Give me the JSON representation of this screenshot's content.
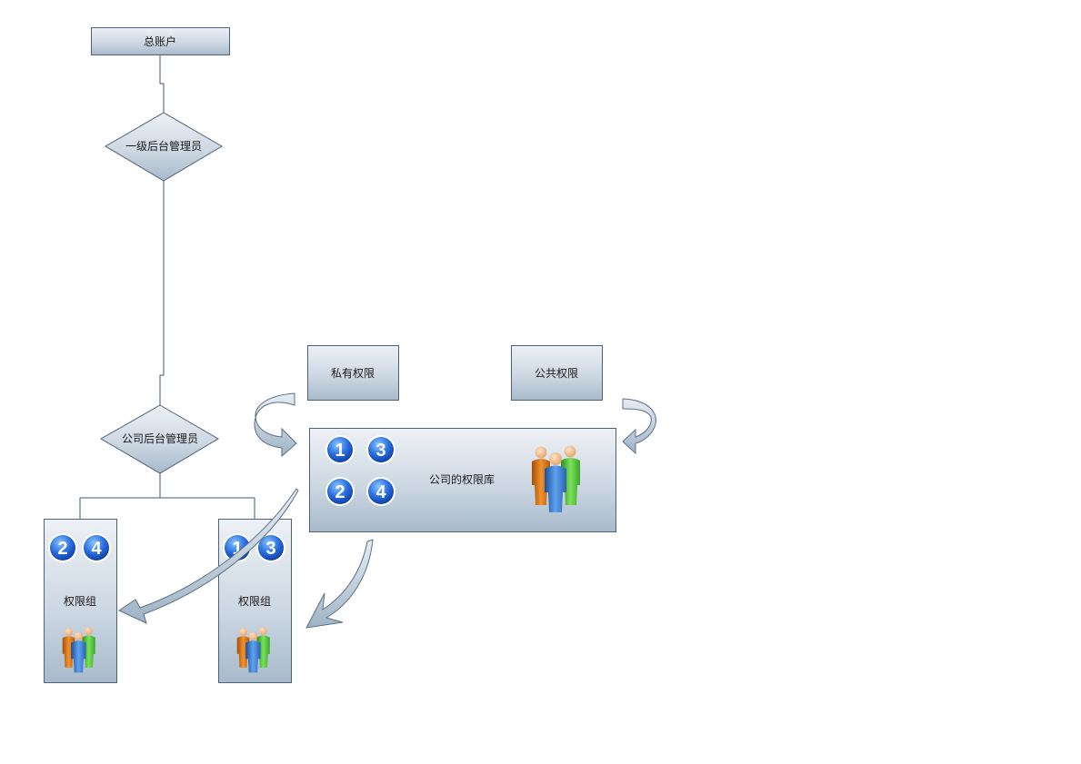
{
  "nodes": {
    "total_account": "总账户",
    "first_level_admin": "一级后台管理员",
    "company_admin": "公司后台管理员",
    "private_permission": "私有权限",
    "public_permission": "公共权限",
    "company_permission_library": "公司的权限库",
    "permission_group_left": "权限组",
    "permission_group_right": "权限组"
  },
  "badges": {
    "library": [
      "1",
      "3",
      "2",
      "4"
    ],
    "group_left": [
      "2",
      "4"
    ],
    "group_right": [
      "1",
      "3"
    ]
  },
  "icons": {
    "people": "people-group-icon",
    "badge": "number-badge-icon",
    "arrow": "curved-arrow-icon"
  },
  "colors": {
    "box_top": "#eef1f6",
    "box_bottom": "#aabccc",
    "border": "#4c6278",
    "badge_top": "#6fb3ff",
    "badge_bottom": "#0a3fb8",
    "arrow_fill": "#b9c8d6",
    "person_orange": "#d9781b",
    "person_blue": "#3d7fd0",
    "person_green": "#4cc23a"
  }
}
